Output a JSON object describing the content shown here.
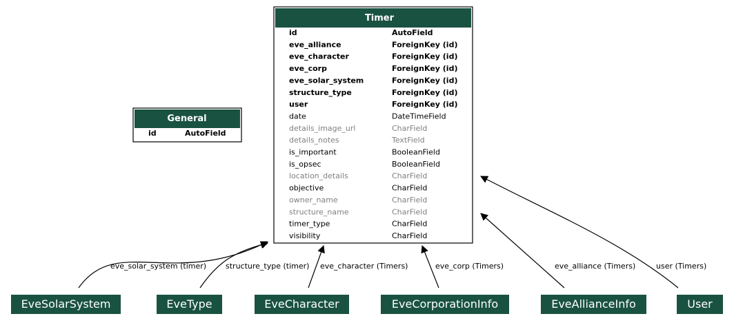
{
  "colors": {
    "header_bg": "#1a5242",
    "border": "#000000",
    "text": "#000000",
    "muted": "#808080",
    "header_text": "#ffffff"
  },
  "entities": {
    "timer": {
      "title": "Timer",
      "fields": [
        {
          "name": "id",
          "type": "AutoField",
          "style": "bold"
        },
        {
          "name": "eve_alliance",
          "type": "ForeignKey (id)",
          "style": "bold"
        },
        {
          "name": "eve_character",
          "type": "ForeignKey (id)",
          "style": "bold"
        },
        {
          "name": "eve_corp",
          "type": "ForeignKey (id)",
          "style": "bold"
        },
        {
          "name": "eve_solar_system",
          "type": "ForeignKey (id)",
          "style": "bold"
        },
        {
          "name": "structure_type",
          "type": "ForeignKey (id)",
          "style": "bold"
        },
        {
          "name": "user",
          "type": "ForeignKey (id)",
          "style": "bold"
        },
        {
          "name": "date",
          "type": "DateTimeField",
          "style": "normal"
        },
        {
          "name": "details_image_url",
          "type": "CharField",
          "style": "muted"
        },
        {
          "name": "details_notes",
          "type": "TextField",
          "style": "muted"
        },
        {
          "name": "is_important",
          "type": "BooleanField",
          "style": "normal"
        },
        {
          "name": "is_opsec",
          "type": "BooleanField",
          "style": "normal"
        },
        {
          "name": "location_details",
          "type": "CharField",
          "style": "muted"
        },
        {
          "name": "objective",
          "type": "CharField",
          "style": "normal"
        },
        {
          "name": "owner_name",
          "type": "CharField",
          "style": "muted"
        },
        {
          "name": "structure_name",
          "type": "CharField",
          "style": "muted"
        },
        {
          "name": "timer_type",
          "type": "CharField",
          "style": "normal"
        },
        {
          "name": "visibility",
          "type": "CharField",
          "style": "normal"
        }
      ]
    },
    "general": {
      "title": "General",
      "fields": [
        {
          "name": "id",
          "type": "AutoField",
          "style": "bold"
        }
      ]
    }
  },
  "nodes": [
    {
      "key": "evesolarsystem",
      "label": "EveSolarSystem"
    },
    {
      "key": "evetype",
      "label": "EveType"
    },
    {
      "key": "evecharacter",
      "label": "EveCharacter"
    },
    {
      "key": "evecorporationinfo",
      "label": "EveCorporationInfo"
    },
    {
      "key": "evealliance",
      "label": "EveAllianceInfo"
    },
    {
      "key": "user",
      "label": "User"
    }
  ],
  "edges": [
    {
      "from": "evesolarsystem",
      "label": "eve_solar_system (timer)"
    },
    {
      "from": "evetype",
      "label": "structure_type (timer)"
    },
    {
      "from": "evecharacter",
      "label": "eve_character (Timers)"
    },
    {
      "from": "evecorporationinfo",
      "label": "eve_corp (Timers)"
    },
    {
      "from": "evealliance",
      "label": "eve_alliance (Timers)"
    },
    {
      "from": "user",
      "label": "user (Timers)"
    }
  ]
}
